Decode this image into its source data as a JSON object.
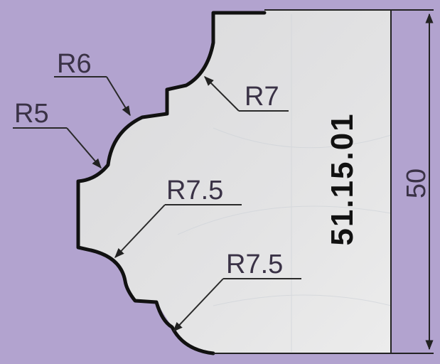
{
  "diagram": {
    "part_number": "51.15.01",
    "height_dimension": "50",
    "radius_labels": {
      "r6": "R6",
      "r5": "R5",
      "r7": "R7",
      "r7_5_upper": "R7.5",
      "r7_5_lower": "R7.5"
    },
    "colors": {
      "background": "#b2a3cf",
      "profile_fill": "#dcdcdc",
      "outline": "#111111",
      "leader": "#2a2a2a"
    }
  }
}
